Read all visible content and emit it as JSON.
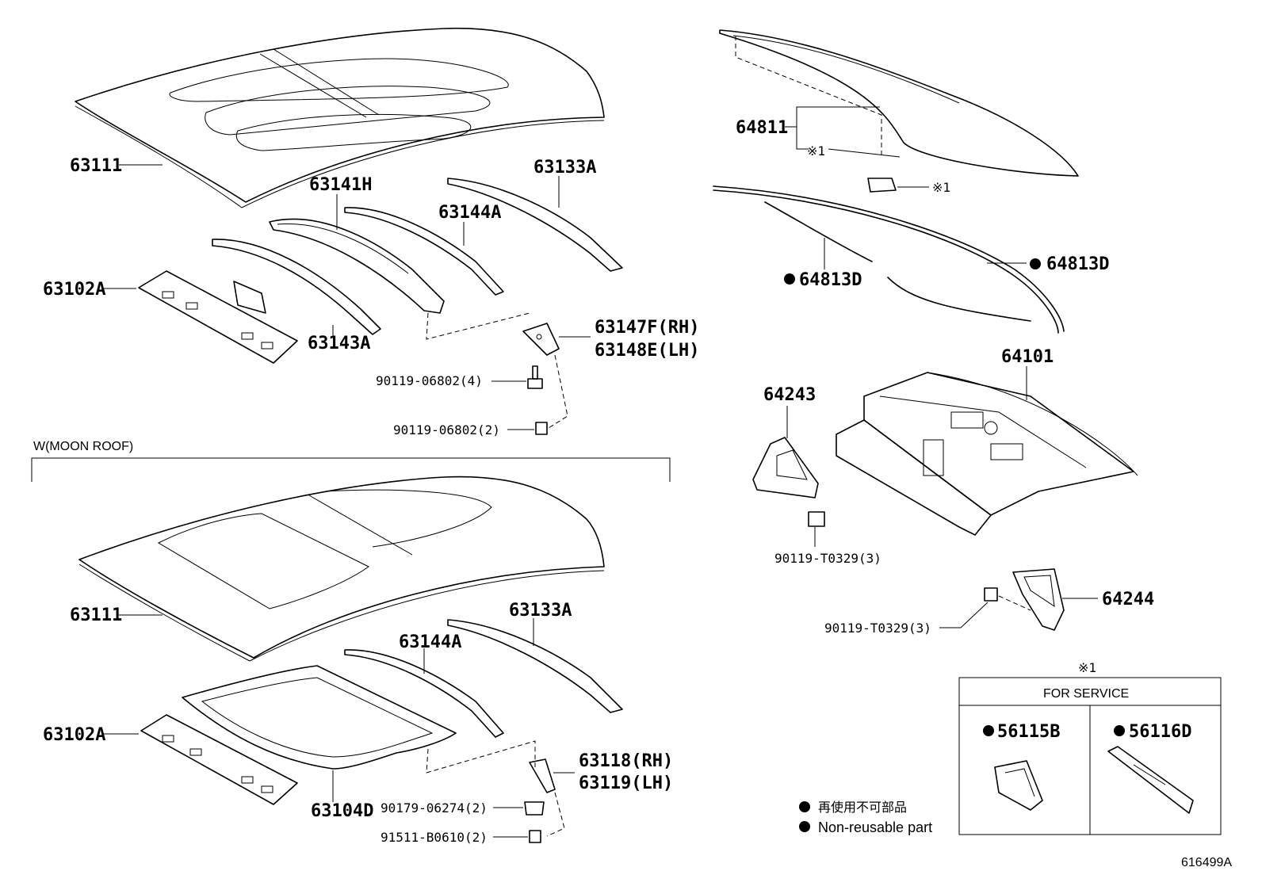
{
  "labels": {
    "roof_top": "63111",
    "rail_63141h": "63141H",
    "rail_63133a_top": "63133A",
    "rail_63144a_top": "63144A",
    "rail_63102a_top": "63102A",
    "rail_63143a": "63143A",
    "bracket_rh": "63147F(RH)",
    "bracket_lh": "63148E(LH)",
    "bolt_4": "90119-06802(4)",
    "bolt_2": "90119-06802(2)",
    "moon_roof_section": "W(MOON ROOF)",
    "roof_moon": "63111",
    "rail_63133a_moon": "63133A",
    "rail_63144a_moon": "63144A",
    "rail_63102a_moon": "63102A",
    "moon_frame": "63104D",
    "bracket_moon_rh": "63118(RH)",
    "bracket_moon_lh": "63119(LH)",
    "nut_moon": "90179-06274(2)",
    "screw_moon": "91511-B0610(2)",
    "glass": "64811",
    "glass_ref": "※1",
    "clip_ref": "※1",
    "weatherstrip_left": "64813D",
    "weatherstrip_right": "64813D",
    "shelf": "64101",
    "brace_left": "64243",
    "brace_right": "64244",
    "bolt_t0329_left": "90119-T0329(3)",
    "bolt_t0329_right": "90119-T0329(3)",
    "service_ref": "※1",
    "service_title": "FOR SERVICE",
    "service_part_1": "56115B",
    "service_part_2": "56116D",
    "legend_jp": "再使用不可部品",
    "legend_en": "Non-reusable part",
    "drawing_id": "616499A"
  },
  "icons": {
    "non_reusable_marker": "filled-circle-bullet"
  },
  "colors": {
    "ink": "#000000",
    "paper": "#ffffff"
  }
}
